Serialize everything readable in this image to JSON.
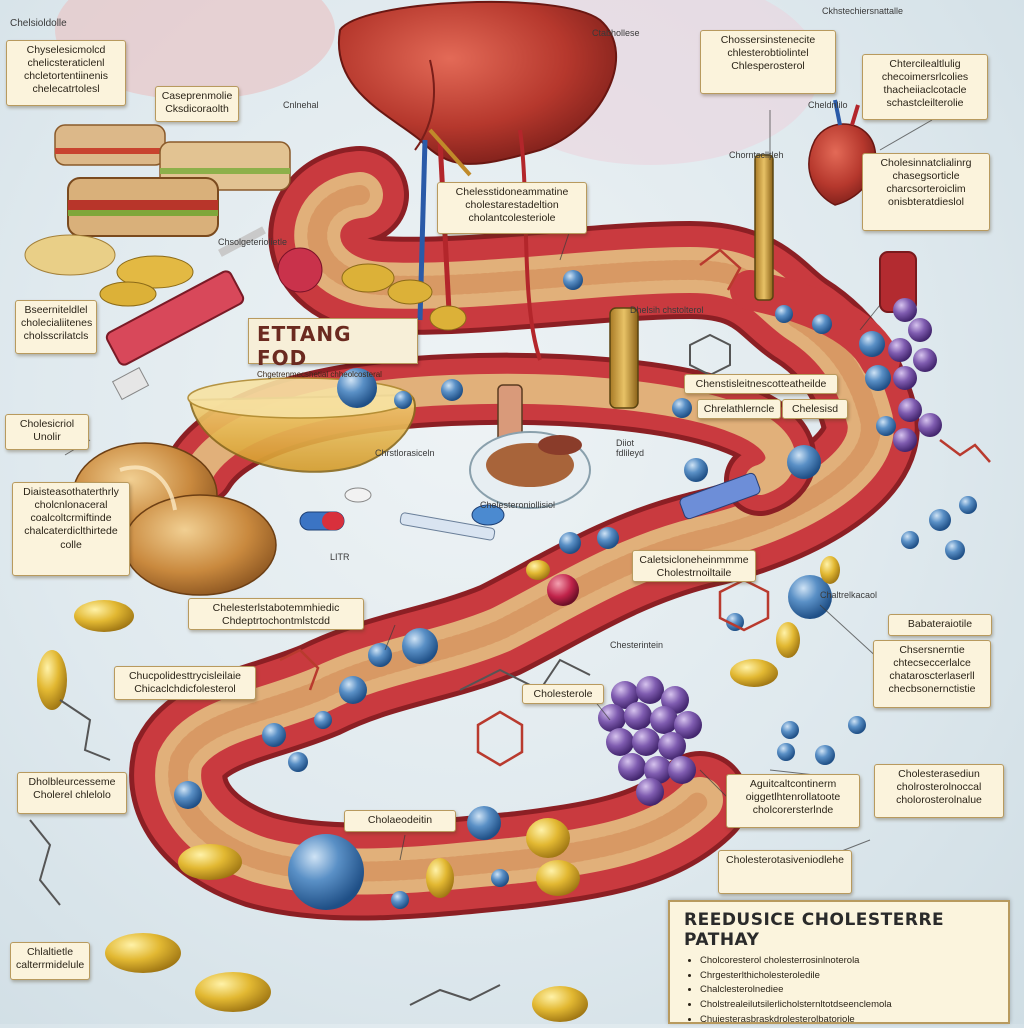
{
  "colors": {
    "artery_outer": "#b8333a",
    "artery_inner": "#d9a86a",
    "plaque": "#7c5aa8",
    "ldl_particle": "#3f79b8",
    "capsule": "#d8b23a",
    "liver": "#b83a32",
    "label_bg": "#fbf3dc"
  },
  "poster": {
    "title": "ETTANG FOD",
    "title_sub": "Chgetrenmecshetial chheolcosteral"
  },
  "labels": {
    "top_left": "Chelsioldolle",
    "box_sandwich": "Chyselesicmolcd\nchelicsteraticlenl\nchcletortentiinenis\nchelecatrtolesl",
    "box_food": "Caseprenmolie\nCksdicoraolth",
    "food_caption": "Chsolgeteriolietle",
    "liver_caption": "Ctabhollese",
    "box_top_right": "Chossersinstenecite\nchlesterobtiolintel\nChlesperosterol",
    "top_right_caption": "Ckhstechiersnattalle",
    "box_right_1": "Chtercilealtlulig\nchecoimersrlcolies\nthacheiiaclcotacle\nschastcleilterolie",
    "box_right_2": "Cholesinnatclialinrg\nchasegsorticle\ncharcsorteroiclim\nonisbteratdieslol",
    "box_center_top": "Chelesstidoneammatine\ncholestarestadeltion\ncholantcolesteriole",
    "right_small_1": "Dhelsih\nchstolterol",
    "box_left_mid": "Bseerniteldlel\ncholecialiitenes\ncholsscrilatcls",
    "box_left_syringe": "Cholesicriol\nUnolir",
    "box_mid_1": "Chenstisleitnescotteatheilde",
    "box_mid_2": "Chrelathlerncle",
    "box_mid_3": "Chelesisd",
    "cup_caption": "Chrstlorasiceln",
    "dish_caption": "Chelesteroniollisiol",
    "tag_fiber": "Diiot\nfdlileyd",
    "box_bread": "Diaisteasothaterthrly\ncholcnlonaceral\ncoalcoltcrmiftinde\nchalcaterdiclthirtede\ncolle",
    "box_center_mid": "Caletsicloneheinmmme\nCholestrnoiltaile",
    "box_chain": "Chelesterlstabotemmhiedic\nChdeptrtochontmlstcdd",
    "box_lower_left": "Chucpolidesttrycisleilaie\nChicaclchdicfolesterol",
    "box_cholesterol": "Cholesterole",
    "box_right_3": "Babateraiotile",
    "box_right_4": "Chsersnerntie\nchtecseccerlalce\nchataroscterlaserll\nchecbsonernctistie",
    "box_center_low": "Aguitcaltcontinerm\noiggetlhtenrollatoote\ncholcorersterlnde",
    "box_right_5": "Cholesterasediun\ncholrosterolnoccal\ncholorosterolnalue",
    "box_bottom_left": "Dholbleurcesseme\nCholerel chlelolo",
    "box_bottom_center": "Cholaeodeitin",
    "box_bottom_right": "Cholesterotasiveniodlehe",
    "bottom_left_corner": "Chlaltietle\ncalterrmidelule",
    "ltr_label": "LITR",
    "small_1": "Cnlnehal",
    "small_2": "Chorntsclltleh",
    "small_3": "Chesterintein",
    "small_4": "Chaltrelkacaol",
    "small_5": "Cheldnlilo"
  },
  "pathway": {
    "title": "REEDUSICE CHOLESTERRE PATHAY",
    "items": [
      "Cholcoresterol cholesterrosinlnoterola",
      "Chrgesterlthicholesteroledile",
      "Chalclesterolnediee",
      "Cholstrealeilutsilerlicholsternltotdseenclemola",
      "Chuiesterasbraskdrolesterolbatoriole"
    ]
  }
}
